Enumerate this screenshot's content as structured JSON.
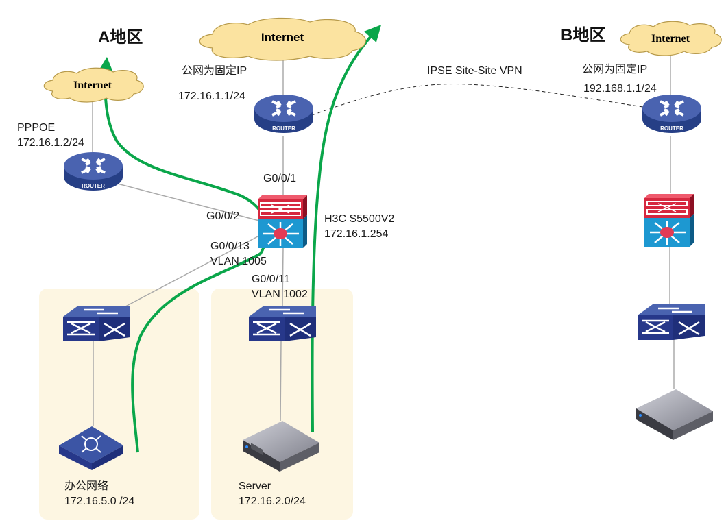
{
  "regions": {
    "a": {
      "title": "A地区"
    },
    "b": {
      "title": "B地区"
    }
  },
  "clouds": [
    {
      "id": "cloud-a-pppoe",
      "label": "Internet"
    },
    {
      "id": "cloud-a-fixed",
      "label": "Internet"
    },
    {
      "id": "cloud-b",
      "label": "Internet"
    }
  ],
  "routers": [
    {
      "id": "router-a-pppoe",
      "badge": "ROUTER",
      "label_lines": [
        "PPPOE",
        "172.16.1.2/24"
      ]
    },
    {
      "id": "router-a-fixed",
      "badge": "ROUTER",
      "label_lines": [
        "公网为固定IP",
        "172.16.1.1/24"
      ]
    },
    {
      "id": "router-b",
      "badge": "ROUTER",
      "label_lines": [
        "公网为固定IP",
        "192.168.1.1/24"
      ]
    }
  ],
  "core_switch_a": {
    "model": "H3C S5500V2",
    "ip": "172.16.1.254",
    "ports": {
      "uplink": "G0/0/1",
      "pppoe_link": "G0/0/2",
      "office_link": [
        "G0/0/13",
        "VLAN 1005"
      ],
      "server_link": [
        "G0/0/11",
        "VLAN 1002"
      ]
    }
  },
  "vpn": {
    "label": "IPSE Site-Site VPN",
    "style": "dashed"
  },
  "zones": [
    {
      "id": "office",
      "name": "办公网络",
      "subnet": "172.16.5.0 /24"
    },
    {
      "id": "server",
      "name": "Server",
      "subnet": "172.16.2.0/24"
    }
  ],
  "colors": {
    "traffic_arrow": "#0aa64a",
    "link": "#aaaaaa",
    "zone_bg": "#fdf6e2",
    "cloud_fill": "#fbe3a0",
    "cloud_stroke": "#b79a4a",
    "router_blue": "#3c55a5",
    "core_top_red": "#d6283f",
    "core_body_blue": "#1d98d1"
  }
}
